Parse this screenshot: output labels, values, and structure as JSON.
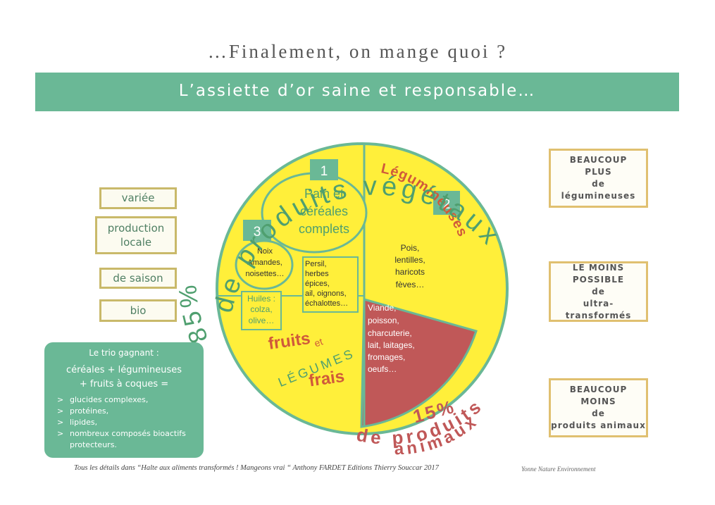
{
  "header": {
    "title": "…Finalement, on mange quoi ?",
    "subtitle": "L’assiette d’or saine et responsable…"
  },
  "left_labels": [
    "variée",
    "production locale",
    "de saison",
    "bio"
  ],
  "right_labels": {
    "box1": [
      "BEAUCOUP",
      "PLUS",
      "de",
      "légumineuses"
    ],
    "box2": [
      "LE MOINS",
      "POSSIBLE",
      "de",
      "ultra-transformés"
    ],
    "box3": [
      "BEAUCOUP",
      "MOINS",
      "de",
      "produits animaux"
    ]
  },
  "arcs": {
    "top": "de produits végétaux",
    "pct": "85%",
    "pct_small": "15%",
    "prod": "de produits",
    "anim": "animaux"
  },
  "plate": {
    "n1": "1",
    "n2": "2",
    "n3": "3",
    "pain": [
      "Pain et",
      "céréales",
      "complets"
    ],
    "legumineuses": "Légumineuses",
    "pois": [
      "Pois,",
      "lentilles,",
      "haricots",
      "fèves…"
    ],
    "noix": [
      "Noix",
      "Amandes,",
      "noisettes…"
    ],
    "huiles": [
      "Huiles :",
      "colza,",
      "olive…"
    ],
    "persil": [
      "Persil,",
      "herbes",
      "épices,",
      "ail, oignons,",
      "échalottes…"
    ],
    "fruits": "fruits",
    "et": "et",
    "legumes": "LÉGUMES",
    "frais": "frais",
    "viande": [
      "Viande,",
      "poisson,",
      "charcuterie,",
      "lait, laitages,",
      "fromages,",
      "oeufs…"
    ]
  },
  "trio": {
    "title": "Le trio gagnant :",
    "line1": "céréales + légumineuses",
    "line2": "+ fruits à coques  =",
    "items": [
      "glucides complexes,",
      "protéines,",
      "lipides,",
      "nombreux composés bioactifs protecteurs."
    ]
  },
  "footer": {
    "source": "Tous les détails dans “Halte aux aliments transformés ! Mangeons vrai “ Anthony FARDET Editions Thierry Souccar 2017",
    "org": "Yonne Nature Environnement"
  },
  "colors": {
    "green": "#6ab896",
    "yellow": "#ffef3a",
    "red": "#c05858",
    "darkgreen": "#4f7f63",
    "orange": "#d05a3a"
  }
}
